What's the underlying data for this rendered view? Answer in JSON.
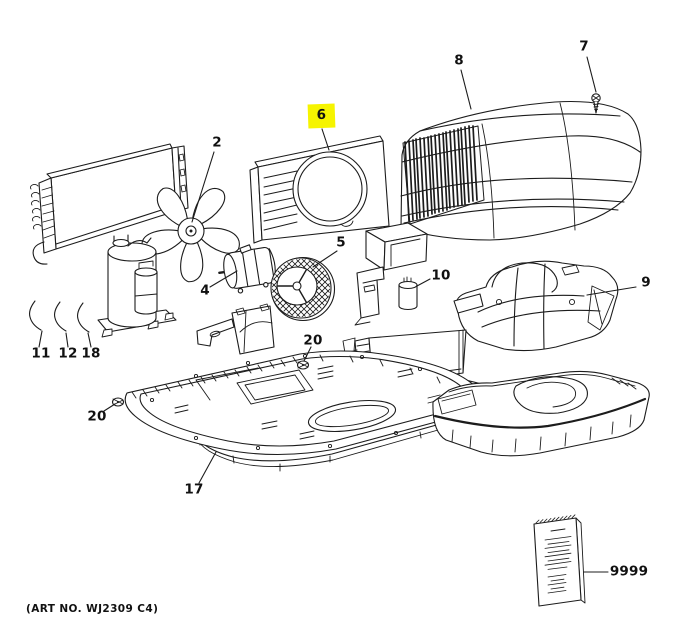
{
  "diagram": {
    "art_no": "(ART NO. WJ2309 C4)",
    "highlighted_callout": "6",
    "highlight_color": "#f6f400",
    "line_color": "#1c1c1c",
    "background_color": "#ffffff",
    "callouts": {
      "2": "2",
      "4": "4",
      "5": "5",
      "6": "6",
      "7": "7",
      "8": "8",
      "9": "9",
      "10": "10",
      "11": "11",
      "12": "12",
      "17": "17",
      "18": "18",
      "20": "20",
      "9999": "9999"
    }
  }
}
